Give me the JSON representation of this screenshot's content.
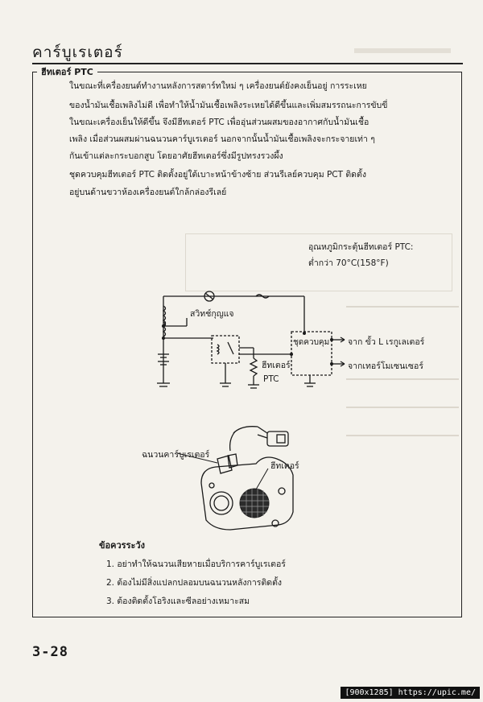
{
  "header": {
    "title": "คาร์บูเรเตอร์"
  },
  "section": {
    "title": "ฮีทเตอร์ PTC",
    "paragraphs": [
      "ในขณะที่เครื่องยนต์ทำงานหลังการสตาร์ทใหม่ ๆ  เครื่องยนต์ยังคงเย็นอยู่   การระเหย",
      "ของน้ำมันเชื้อเพลิงไม่ดี  เพื่อทำให้น้ำมันเชื้อเพลิงระเหยได้ดีขึ้นและเพิ่มสมรรถนะการขับขี่",
      "ในขณะเครื่องเย็นให้ดีขึ้น  จึงมีฮีทเตอร์  PTC    เพื่ออุ่นส่วนผสมของอากาศกับน้ำมันเชื้อ",
      "เพลิง  เมื่อส่วนผสมผ่านฉนวนคาร์บูเรเตอร์    นอกจากนั้นน้ำมันเชื้อเพลิงจะกระจายเท่า ๆ",
      "กันเข้าแต่ละกระบอกสูบ โดยอาศัยฮีทเตอร์ซึ่งมีรูปทรงรวงผึ้ง",
      "ชุดควบคุมฮีทเตอร์  PTC   ติดตั้งอยู่ใต้เบาะหน้าข้างซ้าย  ส่วนรีเลย์ควบคุม  PCT ติดตั้ง",
      "อยู่บนด้านขวาห้องเครื่องยนต์ใกล้กล่องรีเลย์"
    ]
  },
  "diagram": {
    "temperature_note_line1": "อุณหภูมิกระตุ้นฮีทเตอร์ PTC:",
    "temperature_note_line2": "ต่ำกว่า 70°C(158°F)",
    "ignition_switch_label": "สวิทช์กุญแจ",
    "control_unit_label": "ชุดควบคุม",
    "heater_label": "ฮีทเตอร์",
    "ptc_label": "PTC",
    "from_l_regulator_label": "จาก ขั้ว  L  เรกูเลเตอร์",
    "from_thermosensor_label": "จากเทอร์โมเซนเซอร์",
    "insulator_label": "ฉนวนคาร์บูเรเตอร์",
    "heater_part_label": "ฮีทเตอร์"
  },
  "cautions": {
    "title": "ข้อควรระวัง",
    "items": [
      "1.  อย่าทำให้ฉนวนเสียหายเมื่อบริการคาร์บูเรเตอร์",
      "2.  ต้องไม่มีสิ่งแปลกปลอมบนฉนวนหลังการติดตั้ง",
      "3.  ต้องติดตั้งโอริงและซีลอย่างเหมาะสม"
    ]
  },
  "footer": {
    "page_number": "3-28"
  },
  "watermark": {
    "text": "[900x1285] https://upic.me/"
  }
}
